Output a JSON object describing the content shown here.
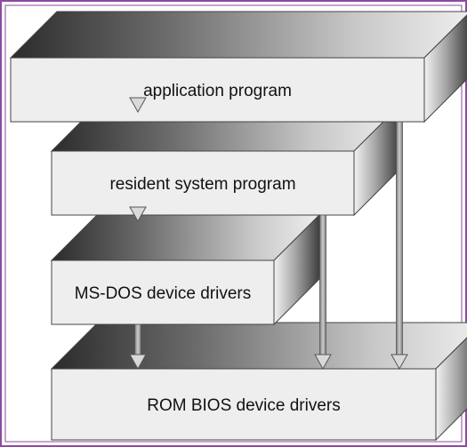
{
  "layers": [
    {
      "id": "application-program",
      "label": "application program"
    },
    {
      "id": "resident-system-program",
      "label": "resident system program"
    },
    {
      "id": "ms-dos-device-drivers",
      "label": "MS-DOS device drivers"
    },
    {
      "id": "rom-bios-device-drivers",
      "label": "ROM BIOS device drivers"
    }
  ],
  "connections": [
    {
      "from": "application-program",
      "to": "resident-system-program"
    },
    {
      "from": "application-program",
      "to": "rom-bios-device-drivers"
    },
    {
      "from": "resident-system-program",
      "to": "ms-dos-device-drivers"
    },
    {
      "from": "resident-system-program",
      "to": "rom-bios-device-drivers"
    },
    {
      "from": "ms-dos-device-drivers",
      "to": "rom-bios-device-drivers"
    }
  ],
  "colors": {
    "frame_border": "#8e4a9e",
    "box_face": "#eeeeee",
    "box_stroke": "#444444",
    "arrow": "#8a8a8a"
  }
}
